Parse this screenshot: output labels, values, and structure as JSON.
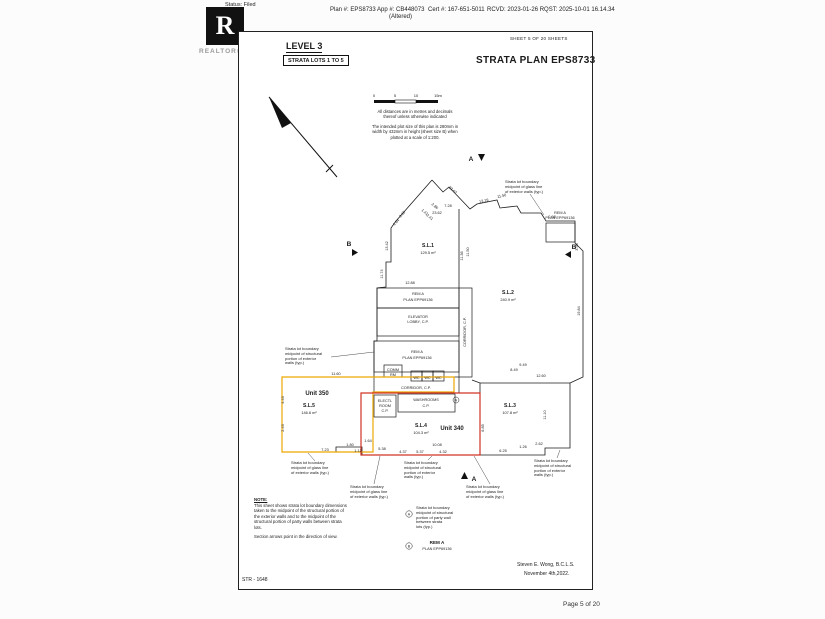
{
  "header": {
    "status": "Status: Filed",
    "logo_letter": "R",
    "logo_word": "REALTOR®",
    "plan_line": "Plan #: EPS8733 App #: CB448073",
    "altered": "(Altered)",
    "cert": "Cert #: 167-651-5011",
    "rcvd": "RCVD: 2023-01-26 RQST: 2025-10-01 16.14.34"
  },
  "footer": {
    "page": "Page 5 of 20"
  },
  "sheet": {
    "sheet_label": "SHEET 5 OF 20 SHEETS",
    "level_title": "LEVEL 3",
    "lots_label": "STRATA LOTS 1 TO 5",
    "plan_title": "STRATA PLAN EPS8733",
    "scale_ticks": [
      "0",
      "5",
      "10",
      "15m"
    ],
    "note_distances": "All distances are in metres and decimals thereof unless otherwise indicated",
    "note_plot": "The intended plot size of this plan is 280mm in width by 432mm in height (sheet size B) when plotted at a scale of 1:200.",
    "note_block_title": "NOTE:",
    "note_block_body": "This sheet shows strata lot boundary dimensions taken to the midpoint of the structural portion of the exterior walls and to the midpoint of the structural portion of party walls between strata lots.",
    "note_block_body2": "Section arrows point in the direction of view.",
    "surveyor": "Steven E. Wong, B.C.L.S.",
    "date": "November 4th,2022.",
    "str_no": "STR - 1648"
  },
  "plan": {
    "units": {
      "u350": {
        "label": "Unit 350",
        "color": "#eda800"
      },
      "u340": {
        "label": "Unit 340",
        "color": "#d03325"
      }
    },
    "lots": {
      "sl1": {
        "name": "S.L.1",
        "area": "129.5 m²"
      },
      "sl2": {
        "name": "S.L.2",
        "area": "240.9 m²"
      },
      "sl3": {
        "name": "S.L.3",
        "area": "107.8 m²"
      },
      "sl4": {
        "name": "S.L.4",
        "area": "104.3 m²"
      },
      "sl5": {
        "name": "S.L.5",
        "area": "146.6 m²"
      }
    },
    "rooms": {
      "rem_a": "REM A",
      "plan_no": "PLAN EPP69136",
      "elevator1": "ELEVATOR",
      "elevator2": "LOBBY, C.P.",
      "corridor": "CORRIDOR, C.P.",
      "comm1": "COMM",
      "comm2": "RM",
      "wc": "WC",
      "elect1": "ELECTL",
      "elect2": "ROOM",
      "elect3": "C.P.",
      "wash1": "WASHROOMS",
      "wash2": "C.P."
    },
    "section_a": "A",
    "section_b": "B",
    "ref_a": "A",
    "ref_b": "B",
    "annotations": {
      "glass": "Strata lot boundary\nmidpoint of glass line\nof exterior walls (typ.)",
      "structural": "Strata lot boundary\nmidpoint of structural\nportion of exterior\nwalls (typ.)",
      "party": "Strata lot boundary\nmidpoint of structural\nportion of party wall\nbetween strata\nlots (typ.)"
    },
    "dims": [
      "23.62",
      "7.28",
      "23.62",
      "13.19",
      "11.50",
      "1.41",
      "2.41",
      "3.65",
      "1.64",
      "13.42",
      "11.74",
      "12.88",
      "11.36",
      "11.50",
      "3.98",
      "19.84",
      "11.60",
      "8.49",
      "12.60",
      "9.49",
      "11.10",
      "6.85",
      "7.23",
      "1.80",
      "1.12",
      "5.38",
      "4.37",
      "10.08",
      "5.37",
      "4.32",
      "1.64",
      "6.25",
      "1.26",
      "2.62",
      "2.43",
      "4.43",
      "0.98",
      "2.86"
    ]
  }
}
